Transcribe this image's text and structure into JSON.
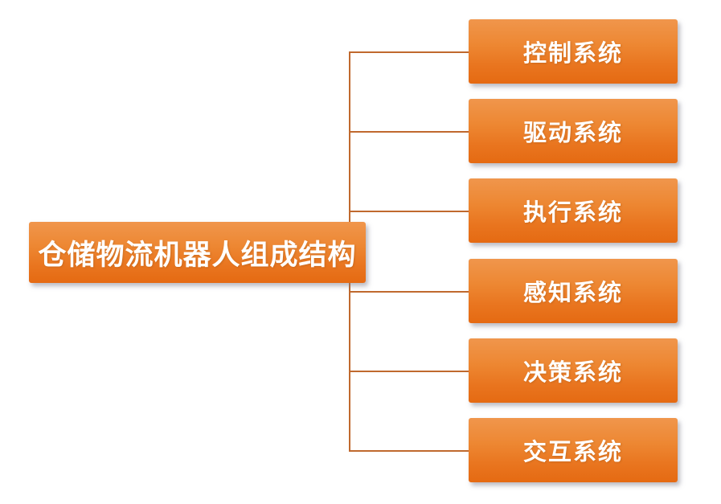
{
  "diagram": {
    "type": "hierarchy",
    "root": {
      "label": "仓储物流机器人组成结构"
    },
    "children": [
      {
        "label": "控制系统"
      },
      {
        "label": "驱动系统"
      },
      {
        "label": "执行系统"
      },
      {
        "label": "感知系统"
      },
      {
        "label": "决策系统"
      },
      {
        "label": "交互系统"
      }
    ],
    "colors": {
      "node_gradient_top": "#F0964C",
      "node_gradient_bottom": "#E56A12",
      "connector": "#C0692E",
      "text": "#FFFFFF",
      "background": "#FFFFFF"
    }
  }
}
